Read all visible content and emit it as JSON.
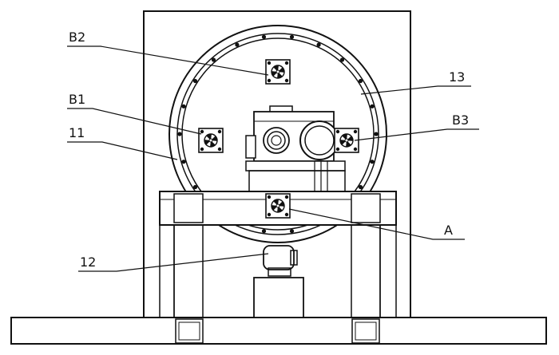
{
  "labels": {
    "b2": "B2",
    "b1": "B1",
    "n11": "11",
    "n13": "13",
    "b3": "B3",
    "a": "A",
    "n12": "12"
  },
  "colors": {
    "line": "#111111",
    "background": "#ffffff"
  }
}
